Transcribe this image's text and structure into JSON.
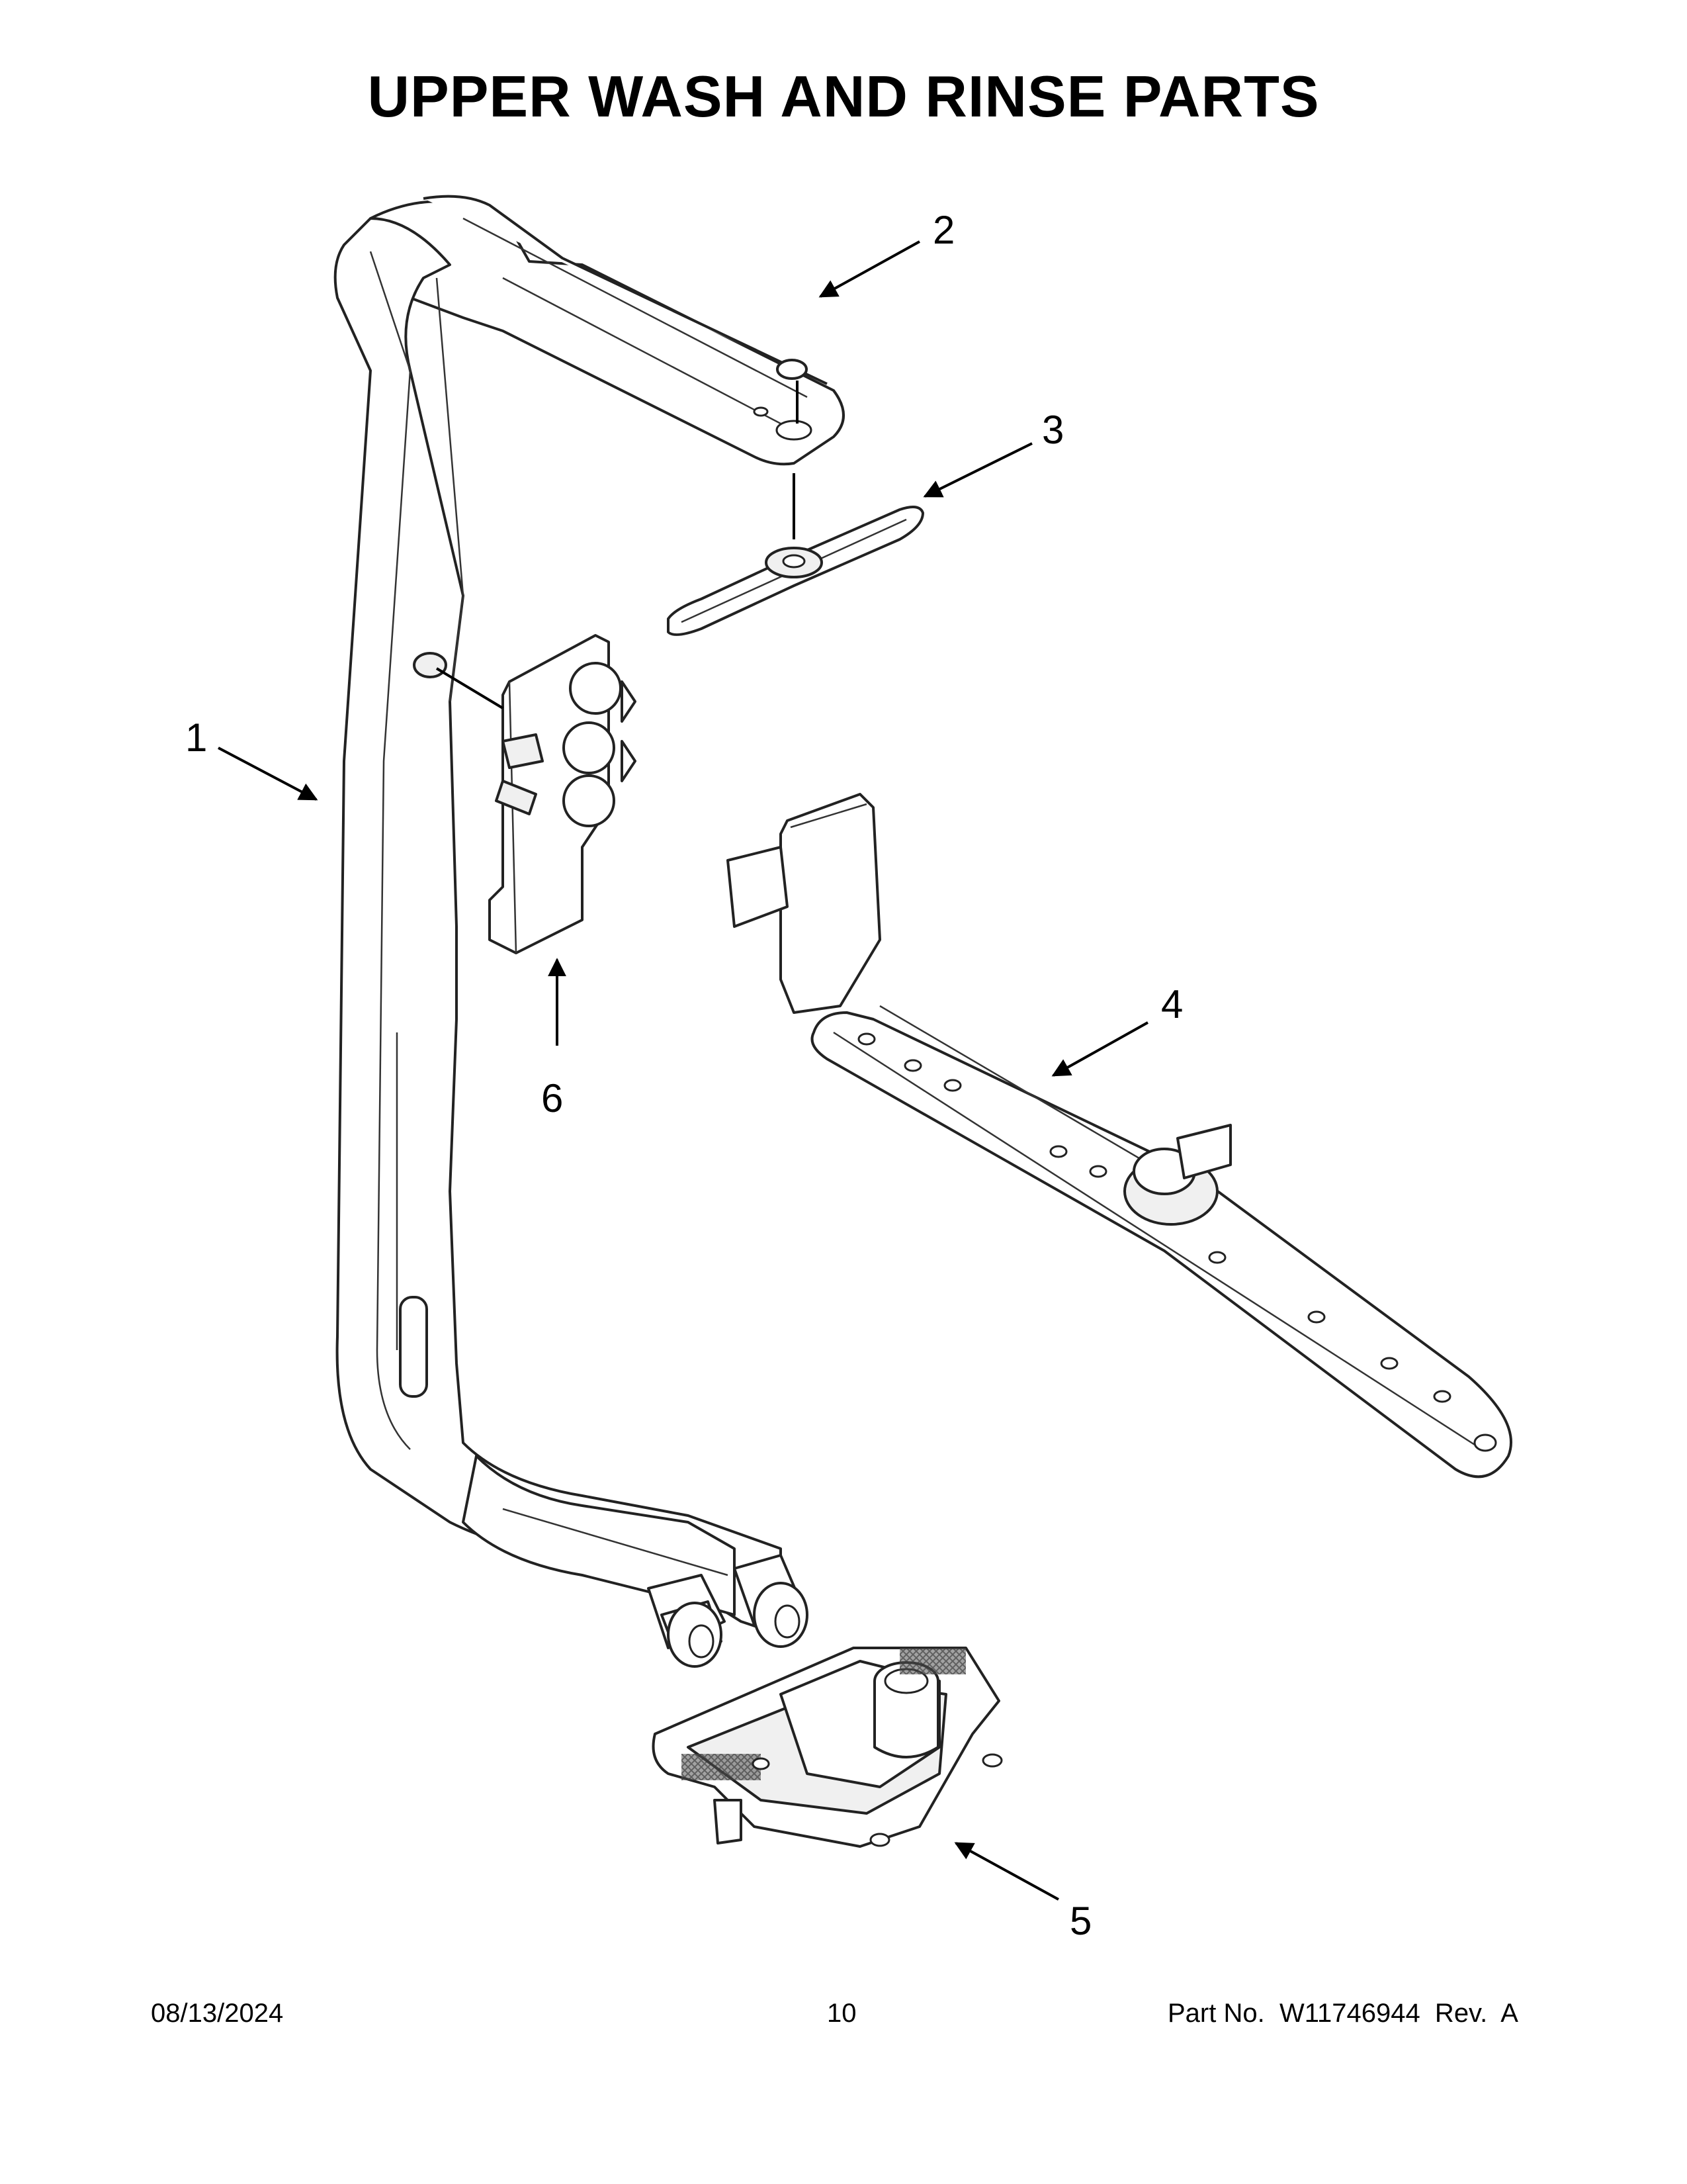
{
  "page": {
    "title": "UPPER WASH AND RINSE PARTS"
  },
  "callouts": [
    {
      "id": "1",
      "label": "1"
    },
    {
      "id": "2",
      "label": "2"
    },
    {
      "id": "3",
      "label": "3"
    },
    {
      "id": "4",
      "label": "4"
    },
    {
      "id": "5",
      "label": "5"
    },
    {
      "id": "6",
      "label": "6"
    }
  ],
  "footer": {
    "date": "08/13/2024",
    "page_number": "10",
    "part_info": "Part No.  W11746944  Rev.  A"
  }
}
